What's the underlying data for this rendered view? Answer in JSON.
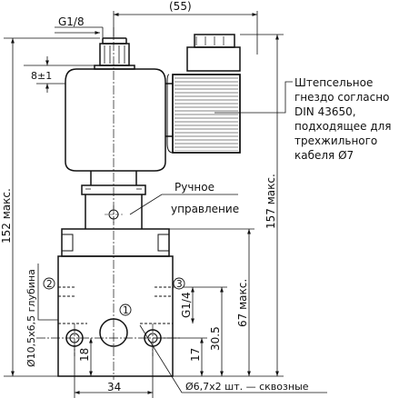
{
  "drawing": {
    "dims": {
      "top_width": "(55)",
      "port_thread": "G1/8",
      "port_height": "8±1",
      "overall_left": "152 макс.",
      "overall_right": "157 макс.",
      "body_height": "67 макс.",
      "port_pitch": "30.5",
      "port_low": "17",
      "port_left_low": "18",
      "bottom_width": "34",
      "side_thread": "G1/4",
      "blind_hole": "Ø10,5x6,5 глубина",
      "through_holes": "Ø6,7x2 шт. — сквозные"
    },
    "callouts": {
      "socket_lines": [
        "Штепсельное",
        "гнездо согласно",
        "DIN 43650,",
        "подходящее для",
        "трехжильного",
        "кабеля Ø7"
      ],
      "manual_lines": [
        "Ручное",
        "управление"
      ]
    },
    "ports": {
      "p1": "1",
      "p2": "2",
      "p3": "3"
    }
  }
}
